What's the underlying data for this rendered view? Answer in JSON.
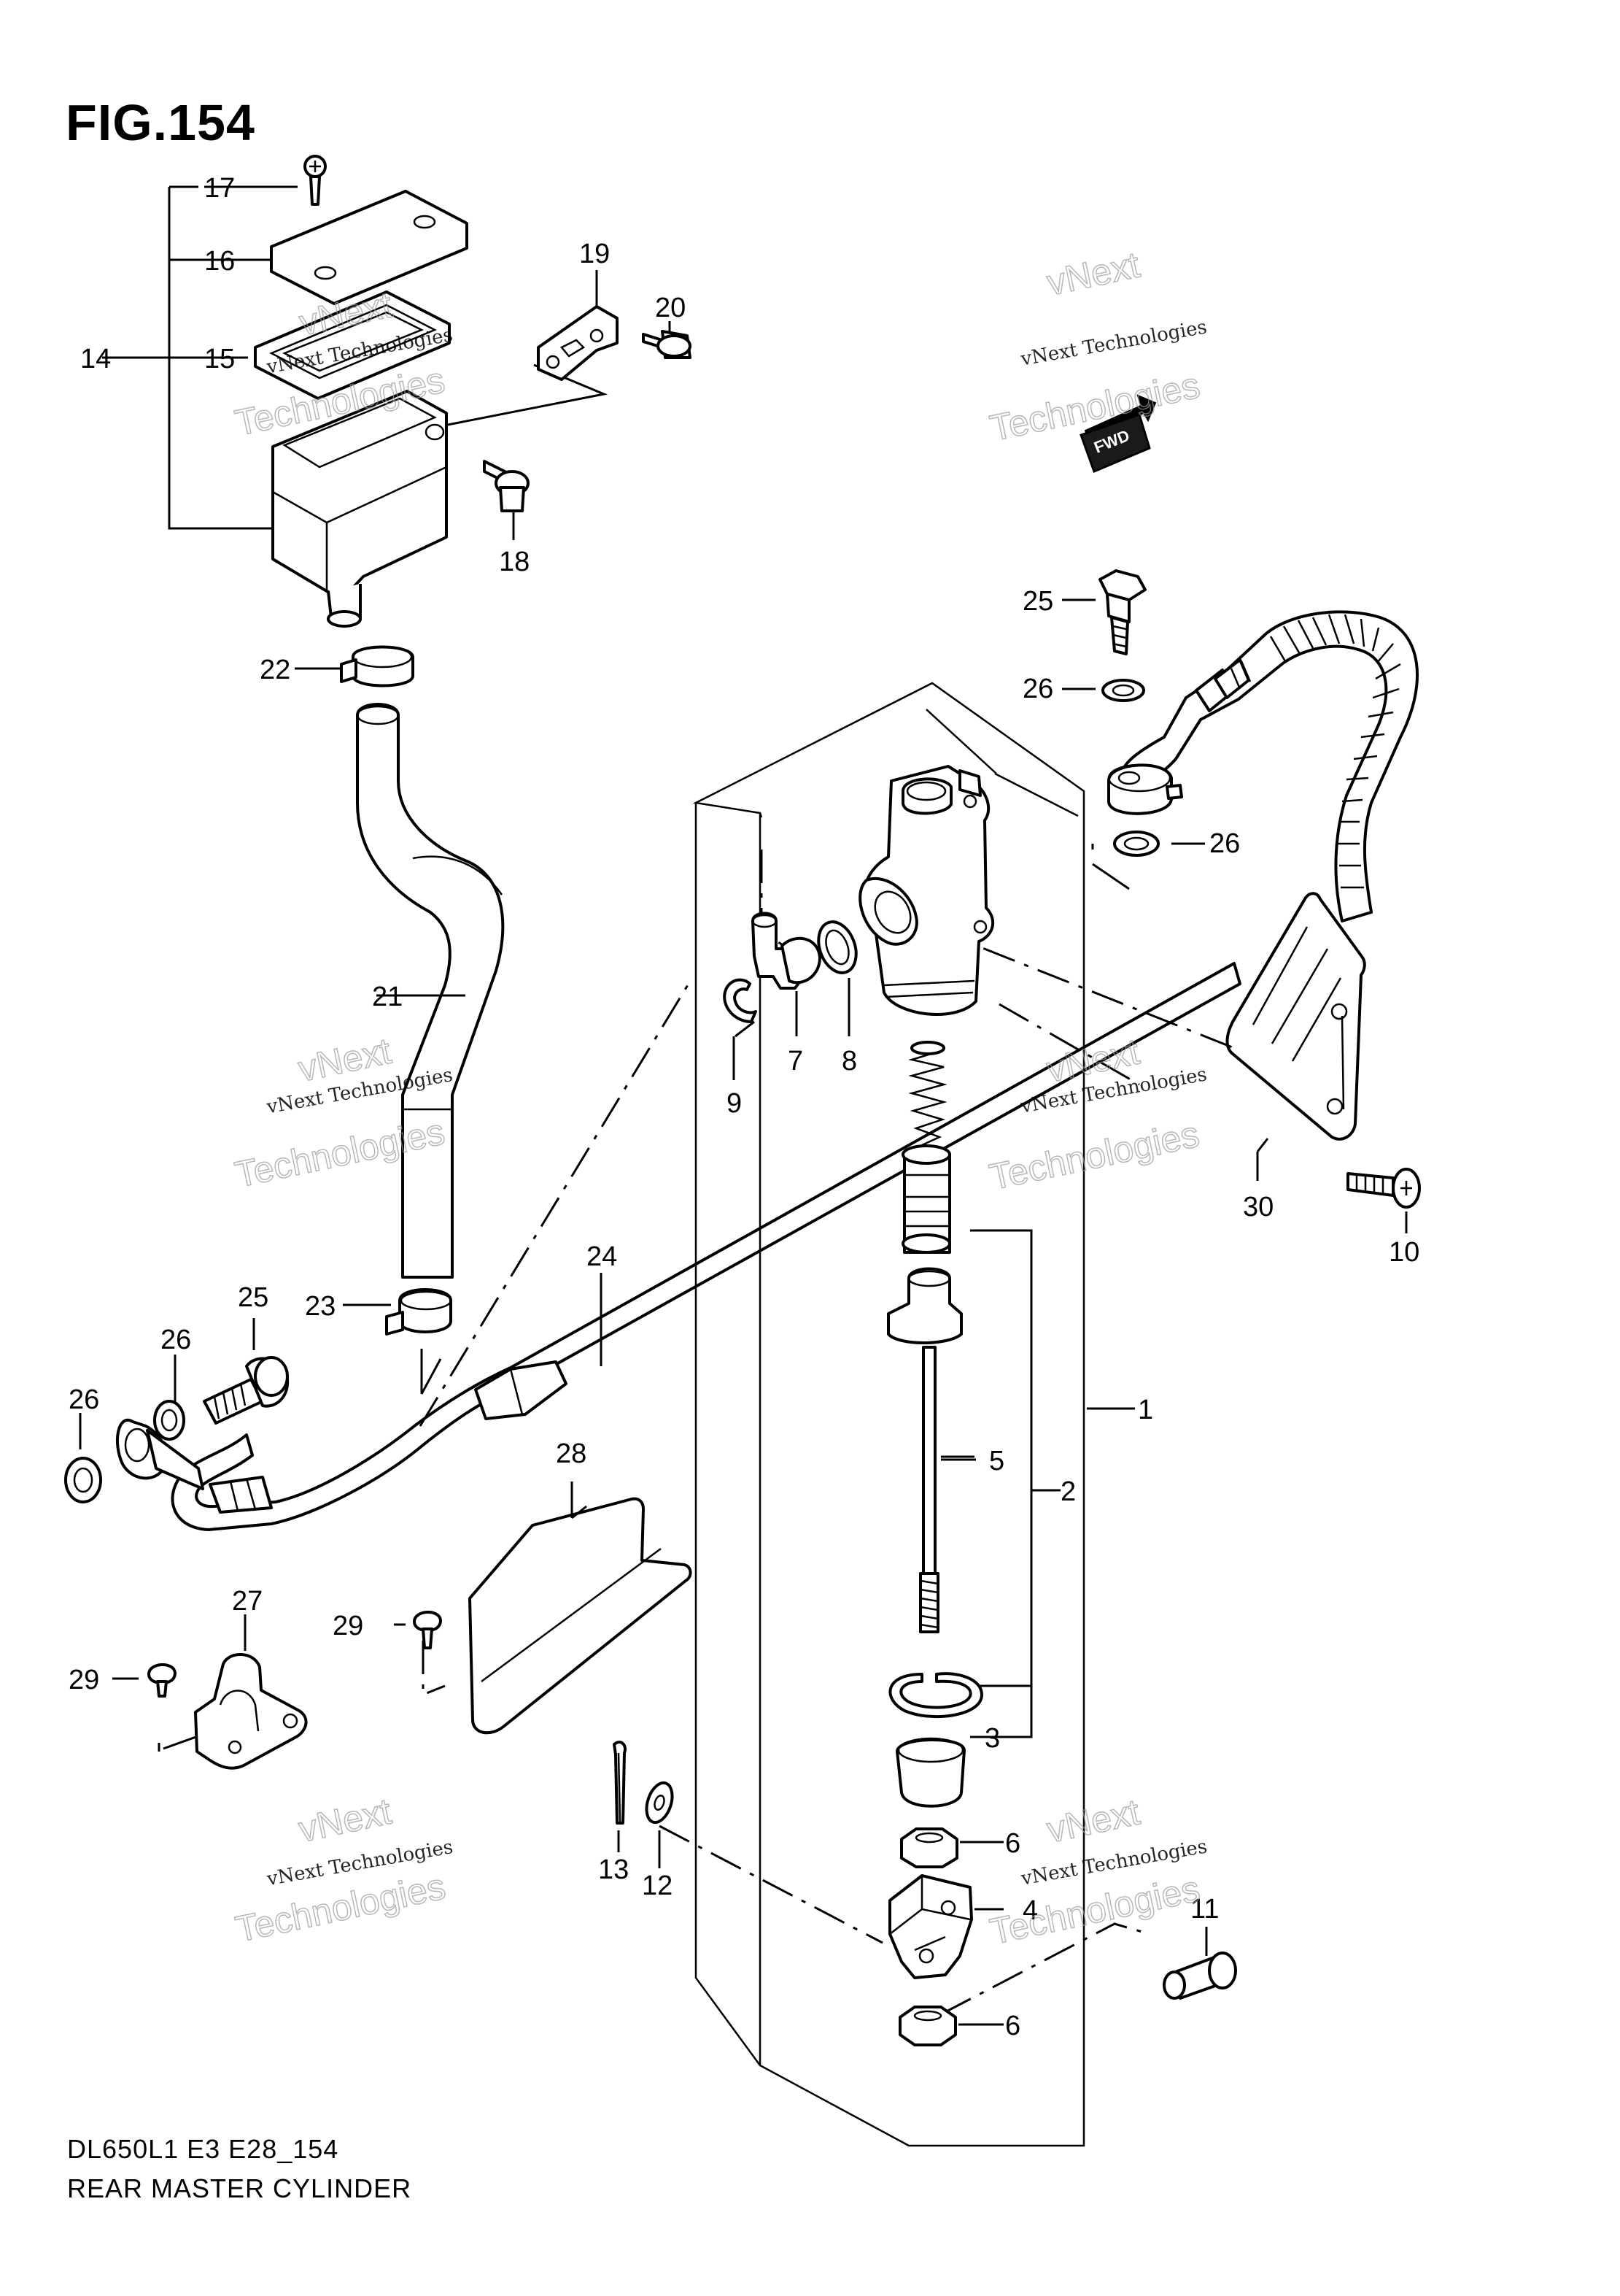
{
  "figure_title": "FIG.154",
  "footer": {
    "model_code": "DL650L1 E3 E28_154",
    "section_name": "REAR MASTER CYLINDER"
  },
  "fwd_label": "FWD",
  "watermark": {
    "line1": "vNext Technologies",
    "line2": "Technologies",
    "line0": "vNext"
  },
  "callouts": [
    "1",
    "2",
    "3",
    "4",
    "5",
    "6",
    "6",
    "7",
    "8",
    "9",
    "10",
    "11",
    "12",
    "13",
    "14",
    "15",
    "16",
    "17",
    "18",
    "19",
    "20",
    "21",
    "22",
    "23",
    "24",
    "25",
    "25",
    "26",
    "26",
    "26",
    "26",
    "27",
    "28",
    "29",
    "29",
    "30"
  ]
}
